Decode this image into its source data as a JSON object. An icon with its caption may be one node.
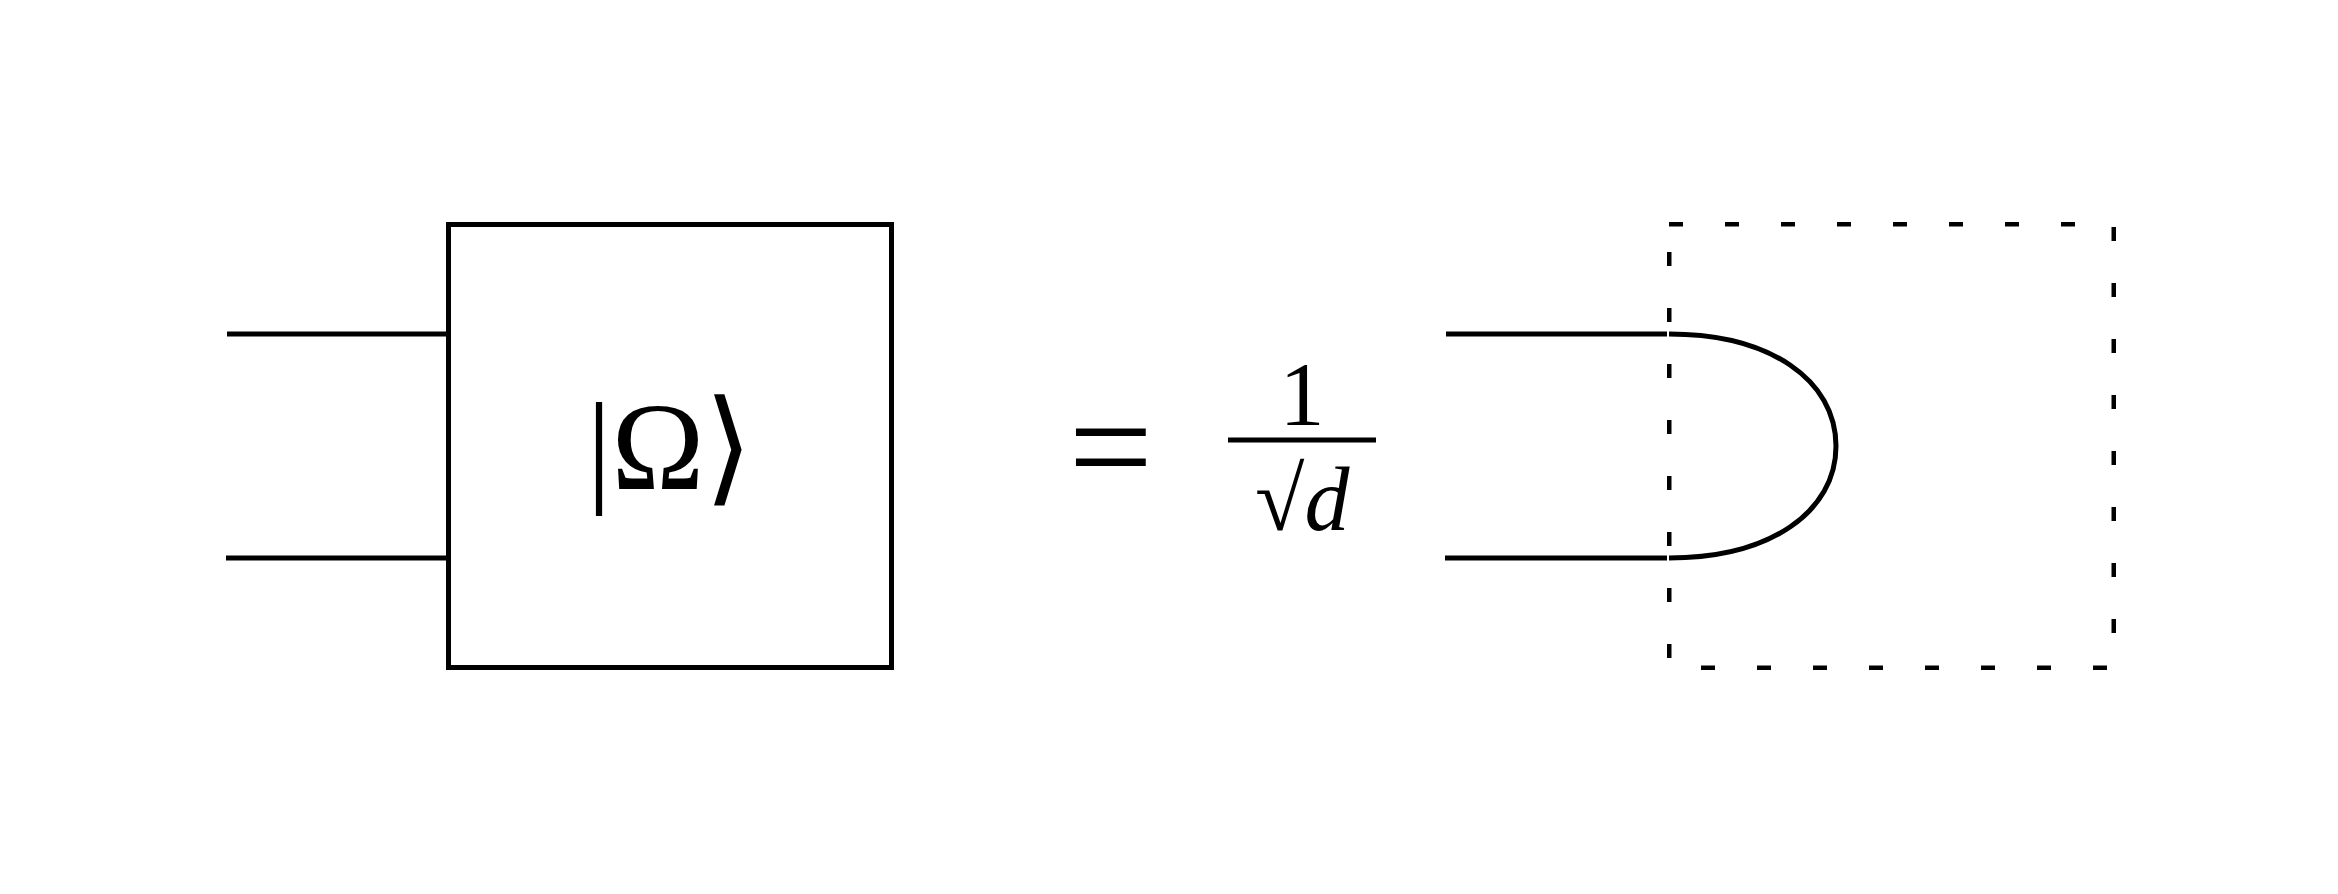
{
  "diagram": {
    "nodes": [
      {
        "text": [
          "|Ω⟩"
        ]
      },
      {
        "text": [],
        "shape": "box"
      }
    ],
    "edges": [
      {
        "from": null,
        "to": 0,
        "arrow": "none"
      },
      {
        "from": null,
        "to": 0,
        "arrow": "none"
      },
      {
        "from": null,
        "to": 1,
        "arrow": "none"
      },
      {
        "from": null,
        "to": 1,
        "arrow": "none"
      }
    ],
    "labels": [
      "=",
      "1",
      "√d"
    ]
  }
}
